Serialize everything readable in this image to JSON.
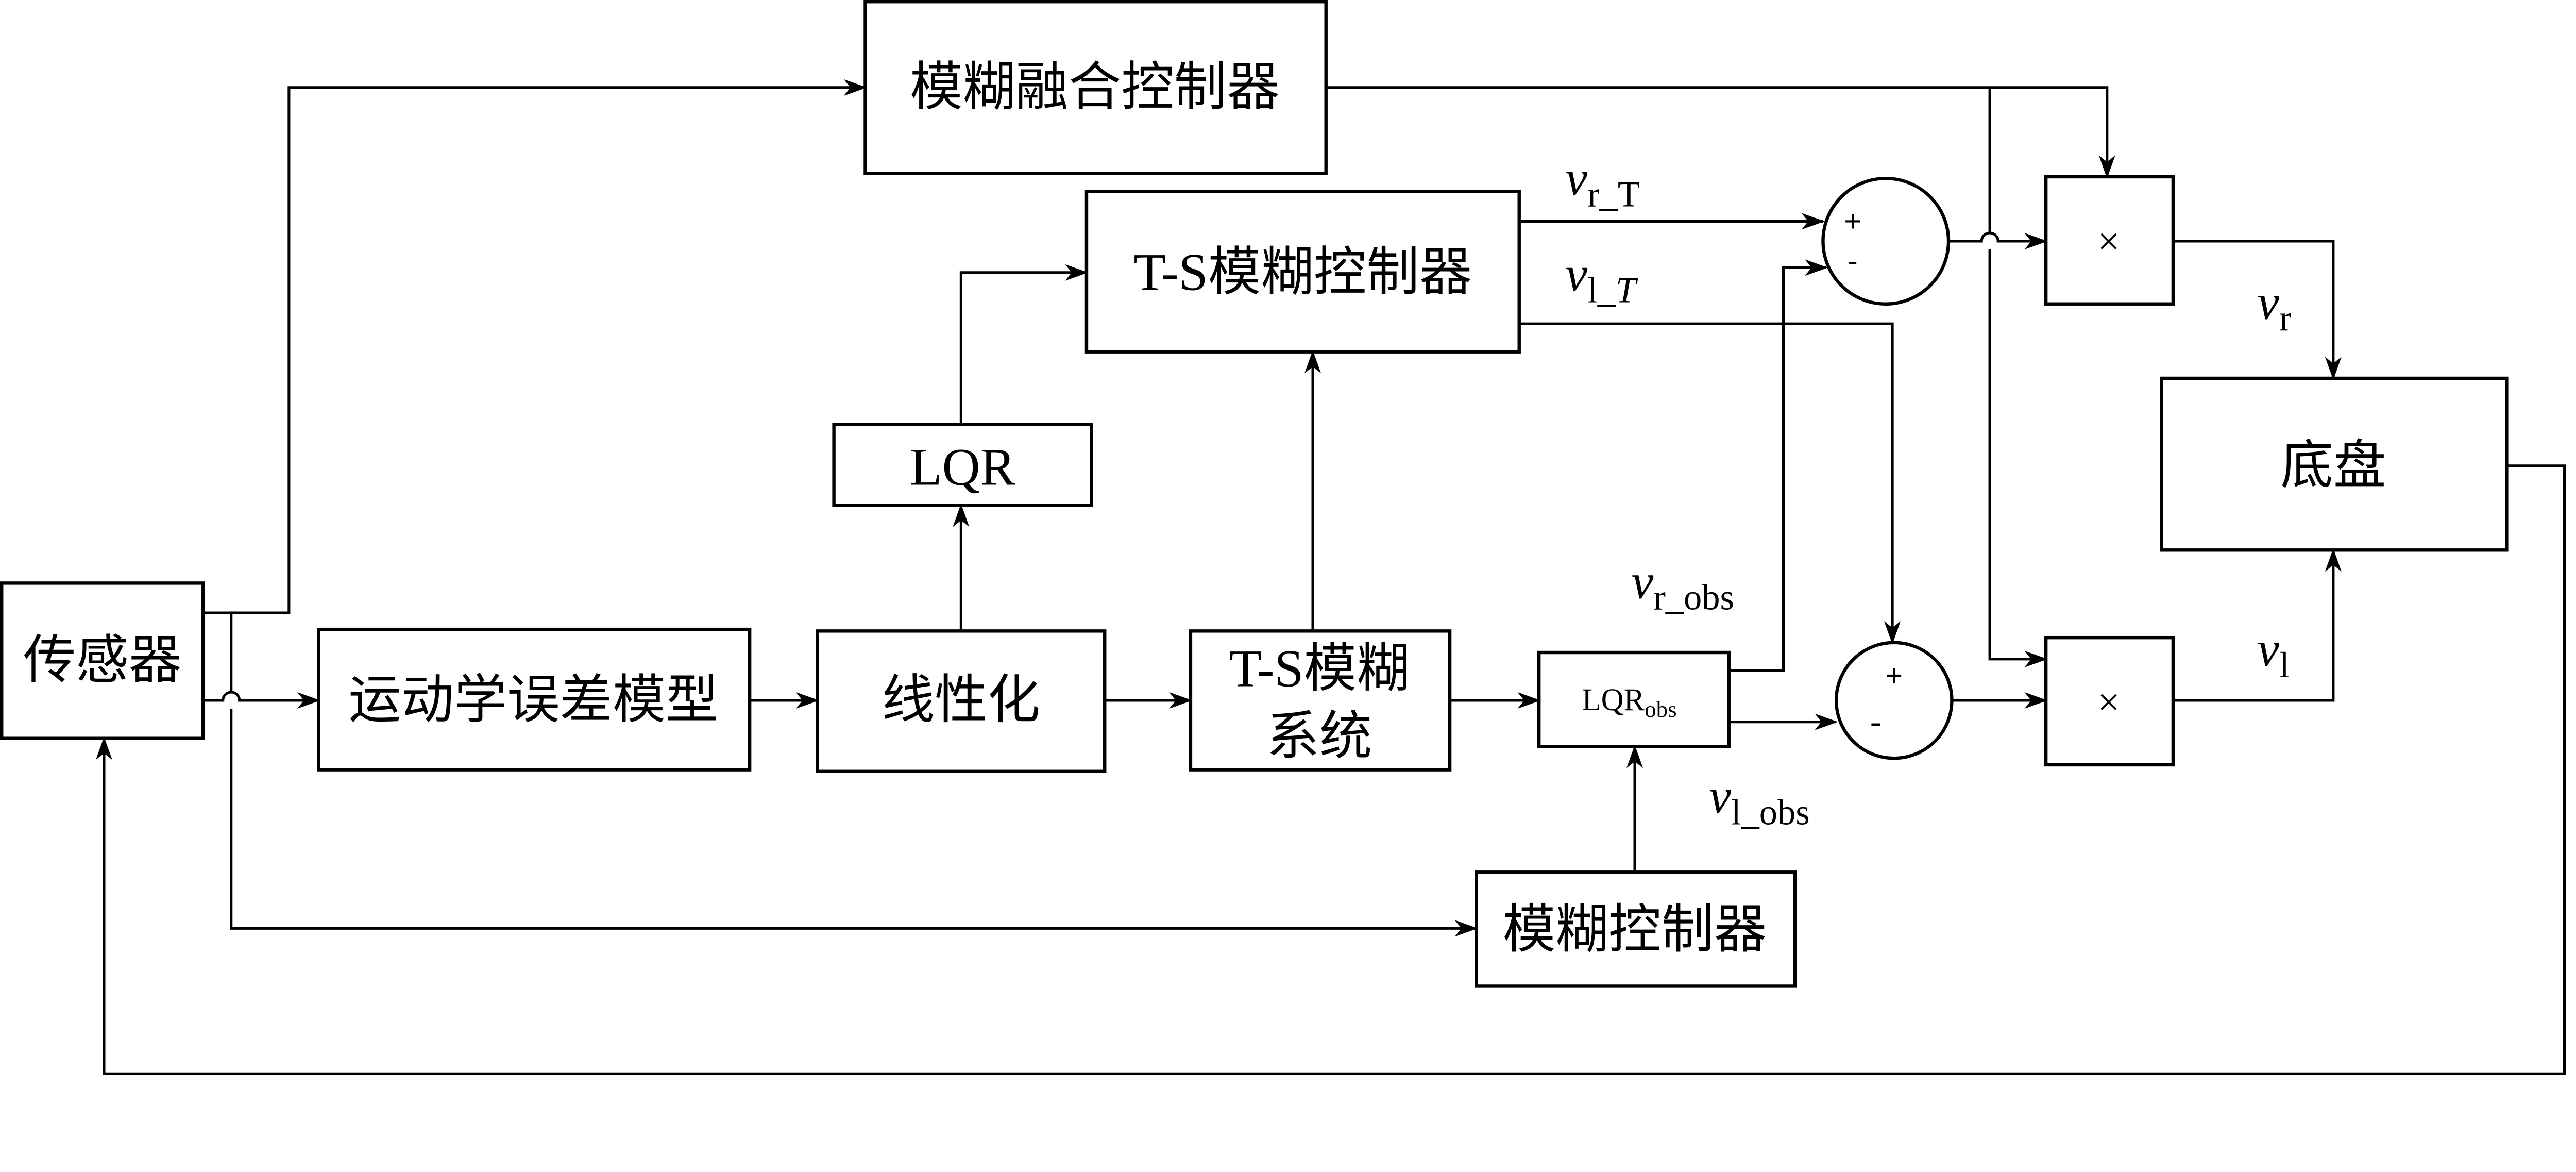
{
  "blocks": {
    "fusion_controller": "模糊融合控制器",
    "ts_controller": "T-S模糊控制器",
    "lqr": "LQR",
    "sensor": "传感器",
    "kinematic_model": "运动学误差模型",
    "linearization": "线性化",
    "ts_system_line1": "T-S模糊",
    "ts_system_line2": "系统",
    "lqr_obs_main": "LQR",
    "lqr_obs_sub": "obs",
    "fuzzy_controller": "模糊控制器",
    "chassis": "底盘",
    "multiplier_top": "×",
    "multiplier_bottom": "×"
  },
  "summing_junctions": {
    "top": {
      "plus": "+",
      "minus": "-"
    },
    "bottom": {
      "plus": "+",
      "minus": "-"
    }
  },
  "signals": {
    "vr_T": {
      "main": "v",
      "sub": "r_T"
    },
    "vl_T": {
      "main": "v",
      "sub": "l_",
      "sub_italic": "T"
    },
    "vr_obs": {
      "main": "v",
      "sub": "r_obs"
    },
    "vl_obs": {
      "main": "v",
      "sub": "l_obs"
    },
    "vr": {
      "main": "v",
      "sub": "r"
    },
    "vl": {
      "main": "v",
      "sub": "l"
    }
  }
}
